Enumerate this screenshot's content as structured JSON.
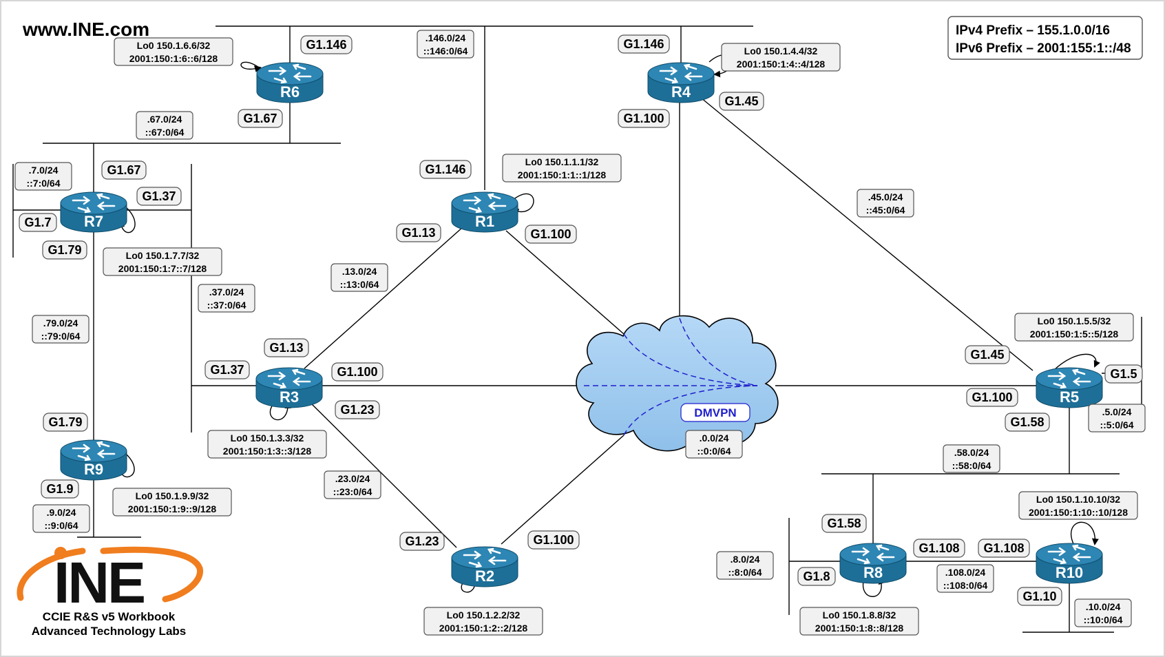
{
  "header": {
    "site": "www.INE.com"
  },
  "prefix": {
    "ipv4": "IPv4 Prefix – 155.1.0.0/16",
    "ipv6": "IPv6 Prefix – 2001:155:1::/48"
  },
  "logo": {
    "text": "INE",
    "line1": "CCIE R&S v5 Workbook",
    "line2": "Advanced Technology Labs",
    "colors": {
      "swoosh": "#f07d1e",
      "text": "#111111"
    }
  },
  "cloud": {
    "label": "DMVPN",
    "color": "#9ec9ee",
    "label_color": "#1f1fcc"
  },
  "colors": {
    "router_top": "#2d86b4",
    "router_body": "#1d6f98",
    "line": "#000000",
    "dash": "#1f1fcc"
  },
  "routers": [
    {
      "id": "R1",
      "label": "R1"
    },
    {
      "id": "R2",
      "label": "R2"
    },
    {
      "id": "R3",
      "label": "R3"
    },
    {
      "id": "R4",
      "label": "R4"
    },
    {
      "id": "R5",
      "label": "R5"
    },
    {
      "id": "R6",
      "label": "R6"
    },
    {
      "id": "R7",
      "label": "R7"
    },
    {
      "id": "R8",
      "label": "R8"
    },
    {
      "id": "R9",
      "label": "R9"
    },
    {
      "id": "R10",
      "label": "R10"
    }
  ],
  "interfaces": [
    "G1.146",
    "G1.146",
    "G1.146",
    "G1.100",
    "G1.45",
    "G1.67",
    "G1.67",
    "G1.37",
    "G1.7",
    "G1.79",
    "G1.13",
    "G1.100",
    "G1.13",
    "G1.37",
    "G1.100",
    "G1.23",
    "G1.79",
    "G1.9",
    "G1.23",
    "G1.100",
    "G1.45",
    "G1.5",
    "G1.100",
    "G1.58",
    "G1.58",
    "G1.108",
    "G1.108",
    "G1.8",
    "G1.10"
  ],
  "loopbacks": [
    {
      "v4": "Lo0 150.1.6.6/32",
      "v6": "2001:150:1:6::6/128"
    },
    {
      "v4": "Lo0 150.1.4.4/32",
      "v6": "2001:150:1:4::4/128"
    },
    {
      "v4": "Lo0 150.1.1.1/32",
      "v6": "2001:150:1:1::1/128"
    },
    {
      "v4": "Lo0 150.1.7.7/32",
      "v6": "2001:150:1:7::7/128"
    },
    {
      "v4": "Lo0 150.1.5.5/32",
      "v6": "2001:150:1:5::5/128"
    },
    {
      "v4": "Lo0 150.1.3.3/32",
      "v6": "2001:150:1:3::3/128"
    },
    {
      "v4": "Lo0 150.1.9.9/32",
      "v6": "2001:150:1:9::9/128"
    },
    {
      "v4": "Lo0 150.1.2.2/32",
      "v6": "2001:150:1:2::2/128"
    },
    {
      "v4": "Lo0 150.1.10.10/32",
      "v6": "2001:150:1:10::10/128"
    },
    {
      "v4": "Lo0 150.1.8.8/32",
      "v6": "2001:150:1:8::8/128"
    }
  ],
  "subnets": [
    {
      "v4": ".146.0/24",
      "v6": "::146:0/64"
    },
    {
      "v4": ".67.0/24",
      "v6": "::67:0/64"
    },
    {
      "v4": ".7.0/24",
      "v6": "::7:0/64"
    },
    {
      "v4": ".45.0/24",
      "v6": "::45:0/64"
    },
    {
      "v4": ".13.0/24",
      "v6": "::13:0/64"
    },
    {
      "v4": ".37.0/24",
      "v6": "::37:0/64"
    },
    {
      "v4": ".79.0/24",
      "v6": "::79:0/64"
    },
    {
      "v4": ".0.0/24",
      "v6": "::0:0/64"
    },
    {
      "v4": ".5.0/24",
      "v6": "::5:0/64"
    },
    {
      "v4": ".58.0/24",
      "v6": "::58:0/64"
    },
    {
      "v4": ".23.0/24",
      "v6": "::23:0/64"
    },
    {
      "v4": ".9.0/24",
      "v6": "::9:0/64"
    },
    {
      "v4": ".8.0/24",
      "v6": "::8:0/64"
    },
    {
      "v4": ".108.0/24",
      "v6": "::108:0/64"
    },
    {
      "v4": ".10.0/24",
      "v6": "::10:0/64"
    }
  ]
}
